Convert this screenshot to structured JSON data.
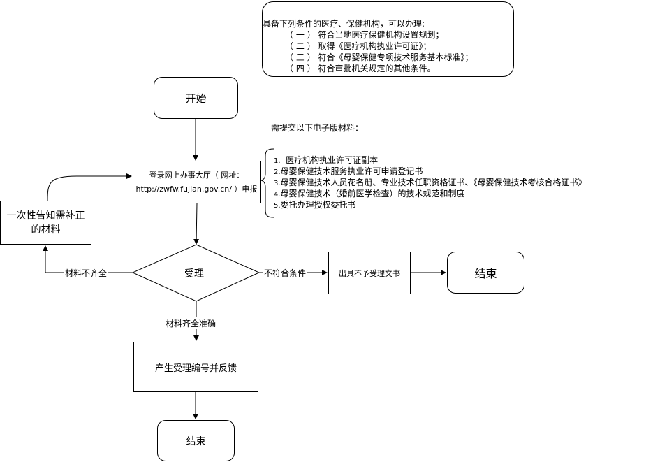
{
  "conditions": {
    "header": "具备下列条件的医疗、保健机构，可以办理:",
    "items": [
      "（ 一 ） 符合当地医疗保健机构设置规划；",
      "（ 二 ） 取得《医疗机构执业许可证》；",
      "（ 三 ） 符合《母婴保健专项技术服务基本标准》；",
      "（ 四 ） 符合审批机关规定的其他条件。"
    ]
  },
  "nodes": {
    "start": "开始",
    "apply_line1": "登录网上办事大厅（ 网址：",
    "apply_line2": "http://zwfw.fujian.gov.cn/ ）申报",
    "notify_line1": "一次性告知需补正",
    "notify_line2": "的材料",
    "decision": "受理",
    "reject": "出具不予受理文书",
    "end_right": "结束",
    "accept": "产生受理编号并反馈",
    "end_bottom": "结束"
  },
  "materials": {
    "title": "需提交以下电子版材料：",
    "items": [
      {
        "num": "1.",
        "text": "  医疗机构执业许可证副本"
      },
      {
        "num": "2.",
        "text": "母婴保健技术服务执业许可申请登记书"
      },
      {
        "num": "3.",
        "text": "母婴保健技术人员花名册、专业技术任职资格证书、《母婴保健技术考核合格证书》"
      },
      {
        "num": "4.",
        "text": "母婴保健技术（婚前医学检查）的技术规范和制度"
      },
      {
        "num": "5.",
        "text": "委托办理授权委托书"
      }
    ]
  },
  "edge_labels": {
    "incomplete": "材料不齐全",
    "not_qualified": "不符合条件",
    "complete": "材料齐全准确"
  }
}
